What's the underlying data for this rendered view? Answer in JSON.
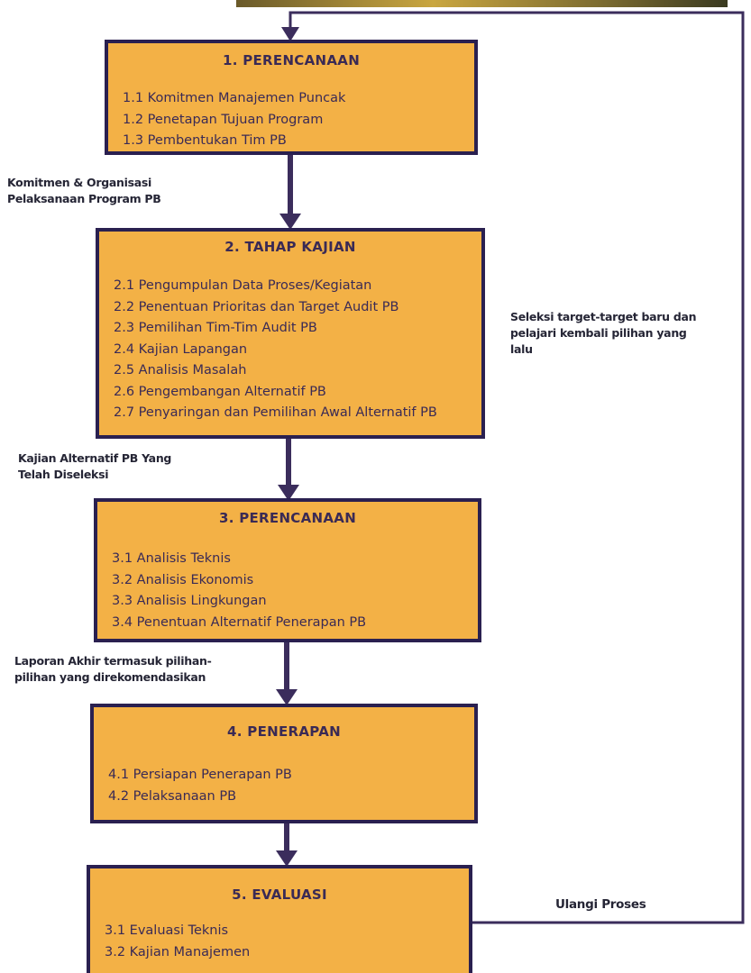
{
  "boxes": [
    {
      "title": "1.  PERENCANAAN",
      "items": [
        "1.1 Komitmen Manajemen Puncak",
        "1.2 Penetapan Tujuan Program",
        "1.3 Pembentukan Tim PB"
      ]
    },
    {
      "title": "2.  TAHAP KAJIAN",
      "items": [
        "2.1 Pengumpulan Data Proses/Kegiatan",
        "2.2 Penentuan Prioritas dan Target Audit PB",
        "2.3 Pemilihan  Tim-Tim Audit PB",
        "2.4 Kajian Lapangan",
        "2.5 Analisis Masalah",
        "2.6 Pengembangan Alternatif PB",
        "2.7 Penyaringan dan Pemilihan Awal Alternatif PB"
      ]
    },
    {
      "title": "3.  PERENCANAAN",
      "items": [
        "3.1 Analisis Teknis",
        "3.2 Analisis Ekonomis",
        "3.3 Analisis Lingkungan",
        "3.4 Penentuan Alternatif Penerapan PB"
      ]
    },
    {
      "title": "4.  PENERAPAN",
      "items": [
        "4.1 Persiapan Penerapan PB",
        "4.2 Pelaksanaan PB"
      ]
    },
    {
      "title": "5.  EVALUASI",
      "items": [
        "3.1 Evaluasi Teknis",
        "3.2 Kajian Manajemen"
      ]
    }
  ],
  "labels": {
    "between_1_2": [
      "Komitmen & Organisasi",
      "Pelaksanaan Program PB"
    ],
    "between_2_3": [
      "Kajian Alternatif PB Yang",
      "Telah Diseleksi"
    ],
    "between_3_4": [
      "Laporan Akhir termasuk pilihan-",
      "pilihan yang direkomendasikan"
    ],
    "feedback": [
      "Seleksi target-target baru dan",
      "pelajari kembali pilihan yang",
      "lalu"
    ],
    "loop": "Ulangi Proses"
  },
  "colors": {
    "box_fill": "#f3b146",
    "box_border": "#2a2050",
    "arrow": "#3b2d5c",
    "text": "#3a2a55"
  }
}
